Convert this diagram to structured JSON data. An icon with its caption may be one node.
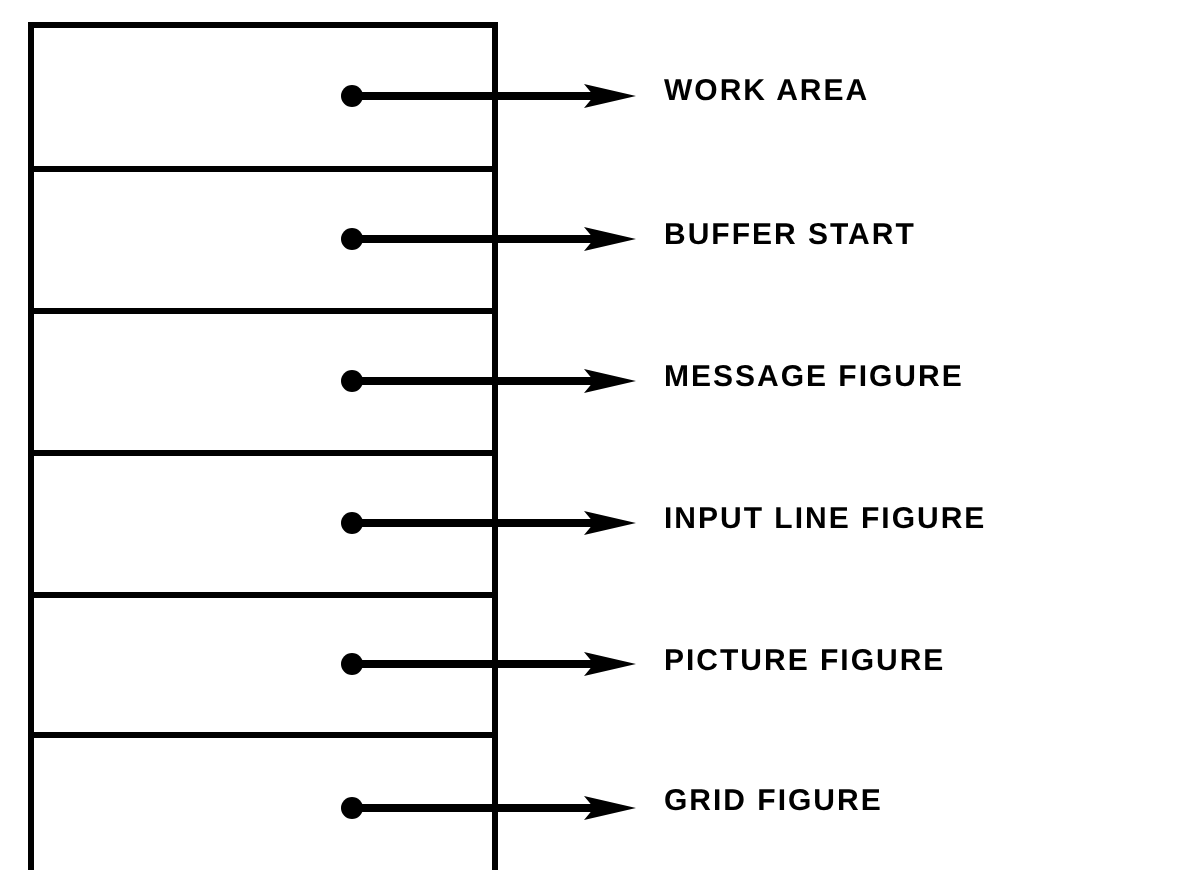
{
  "diagram": {
    "nodes": [
      {
        "text": [],
        "shape": "box"
      },
      {
        "text": [],
        "shape": "box"
      },
      {
        "text": [],
        "shape": "box"
      },
      {
        "text": [],
        "shape": "box"
      },
      {
        "text": [],
        "shape": "box"
      },
      {
        "text": [],
        "shape": "box"
      },
      {
        "text": [
          "WORK AREA"
        ]
      },
      {
        "text": [
          "BUFFER START"
        ]
      },
      {
        "text": [
          "MESSAGE FIGURE"
        ]
      },
      {
        "text": [
          "INPUT LINE FIGURE"
        ]
      },
      {
        "text": [
          "PICTURE FIGURE"
        ]
      },
      {
        "text": [
          "GRID FIGURE"
        ]
      }
    ],
    "edges": [
      {
        "from": 0,
        "to": 6,
        "arrow": "to"
      },
      {
        "from": 1,
        "to": 7,
        "arrow": "to"
      },
      {
        "from": 2,
        "to": 8,
        "arrow": "to"
      },
      {
        "from": 3,
        "to": 9,
        "arrow": "to"
      },
      {
        "from": 4,
        "to": 10,
        "arrow": "to"
      },
      {
        "from": 5,
        "to": 11,
        "arrow": "to"
      }
    ]
  }
}
